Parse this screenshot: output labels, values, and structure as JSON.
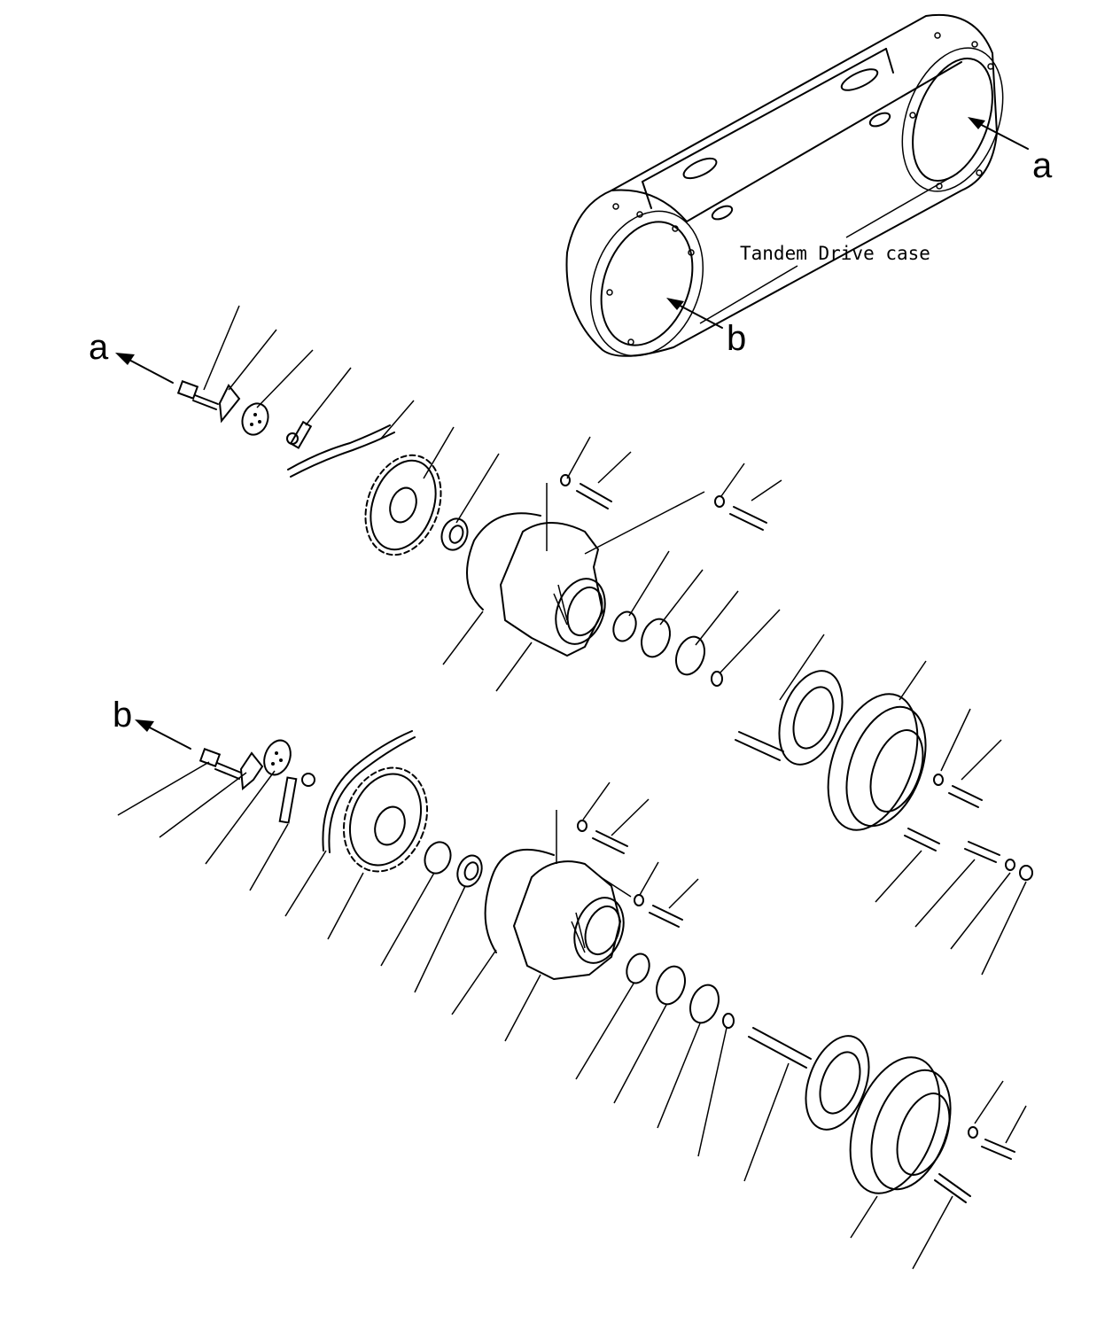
{
  "labels": {
    "ref_a_top": "a",
    "ref_b_top": "b",
    "ref_a_left": "a",
    "ref_b_left": "b",
    "case_label": "Tandem Drive case"
  },
  "icons": {
    "arrow": "arrow-icon",
    "bolt": "bolt-icon",
    "washer": "washer-icon",
    "sprocket": "sprocket-icon",
    "chain": "chain-icon",
    "bearing": "bearing-icon",
    "housing": "housing-icon",
    "axle": "axle-icon",
    "hub": "hub-icon"
  }
}
